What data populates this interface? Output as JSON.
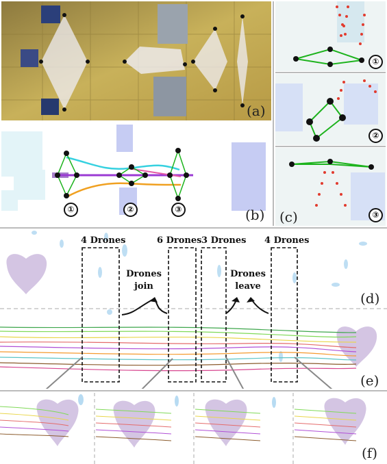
{
  "panels": {
    "a": "(a)",
    "b": "(b)",
    "c": "(c)",
    "d": "(d)",
    "e": "(e)",
    "f": "(f)"
  },
  "markers": {
    "b": [
      "①",
      "②",
      "③"
    ],
    "c": [
      "①",
      "②",
      "③"
    ]
  },
  "counts": [
    "4 Drones",
    "6 Drones",
    "3 Drones",
    "4 Drones"
  ],
  "events": {
    "join": [
      "Drones",
      "join"
    ],
    "leave": [
      "Drones",
      "leave"
    ]
  },
  "colors": {
    "heart": "#c9b6dc",
    "drone_path": "#e23b2e",
    "formation": "#1db31d",
    "obstacle": "#9aa6e8"
  }
}
